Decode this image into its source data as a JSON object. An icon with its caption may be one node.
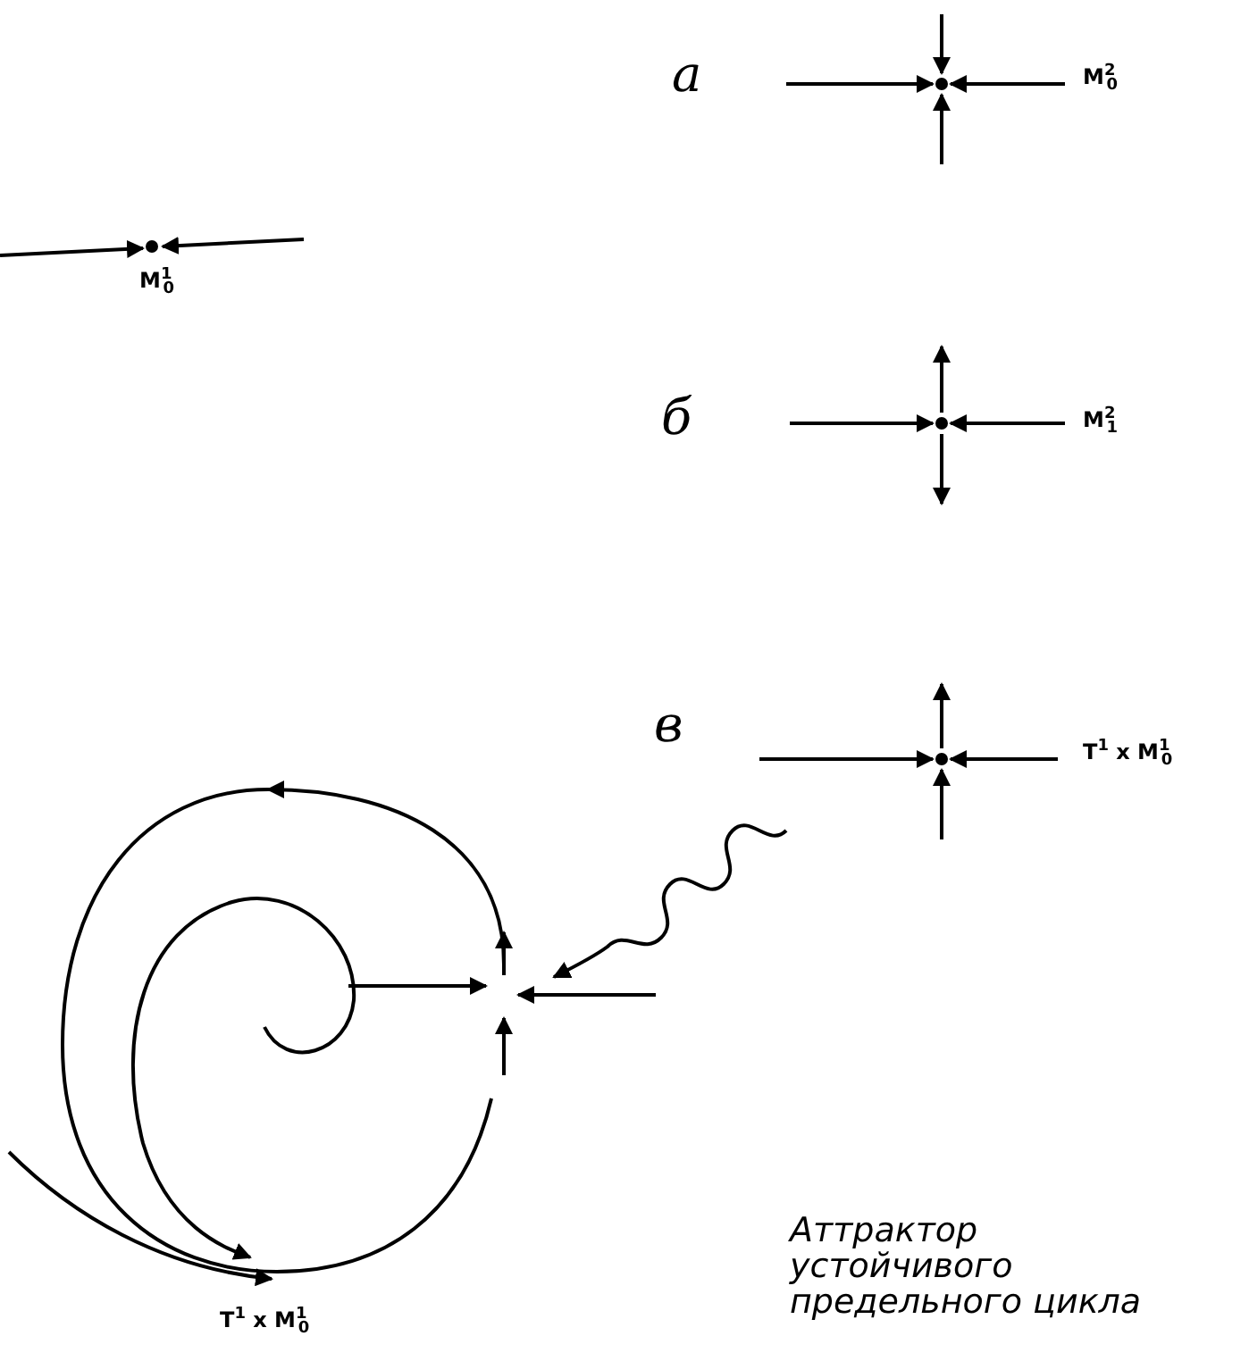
{
  "diagram": {
    "labels": [
      "а",
      "M$^{2}$$_{0}$",
      "M$^{1}$$_{0}$",
      "б",
      "M$^{2}$$_{1}$",
      "в",
      "T$^{1}$ x M$^{1}$$_{0}$",
      "Аттрактор устойчивого предельного цикла",
      "T$^{1}$ x M$^{1}$$_{0}$"
    ]
  }
}
